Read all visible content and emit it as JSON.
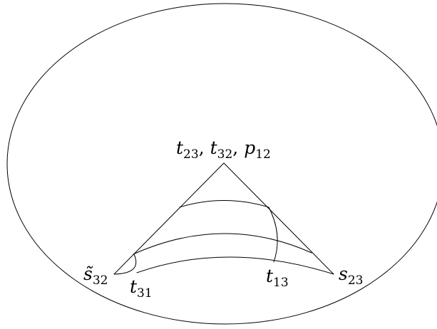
{
  "figure": {
    "labels": {
      "top_vertex": {
        "parts": [
          {
            "base": "t",
            "sub": "23"
          },
          {
            "sep": ", "
          },
          {
            "base": "t",
            "sub": "32"
          },
          {
            "sep": ", "
          },
          {
            "base": "p",
            "sub": "12"
          }
        ]
      },
      "left_vertex": {
        "base": "s̃",
        "sub": "32"
      },
      "right_vertex": {
        "base": "s",
        "sub": "23"
      },
      "left_bottom_point": {
        "base": "t",
        "sub": "31"
      },
      "right_bottom_point": {
        "base": "t",
        "sub": "13"
      }
    },
    "colors": {
      "stroke": "#000000",
      "background": "#ffffff"
    }
  }
}
